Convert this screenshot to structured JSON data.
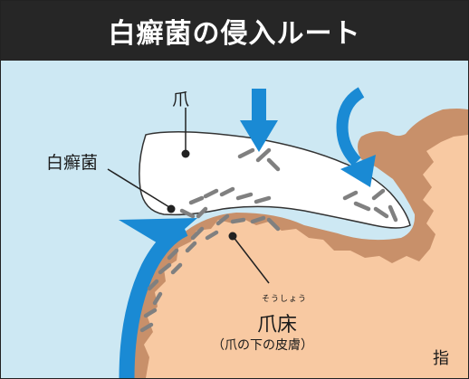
{
  "title": "白癬菌の侵入ルート",
  "labels": {
    "nail": "爪",
    "fungus": "白癬菌",
    "nailbed_ruby": "そうしょう",
    "nailbed": "爪床",
    "nailbed_note": "（爪の下の皮膚）",
    "finger": "指"
  },
  "colors": {
    "background": "#cde8f3",
    "title_bar": "#262626",
    "title_text": "#ffffff",
    "skin_dark": "#c8906a",
    "skin_light": "#f8c9a2",
    "nail": "#ffffff",
    "arrow": "#1a8ad4",
    "fungus": "#808080"
  }
}
